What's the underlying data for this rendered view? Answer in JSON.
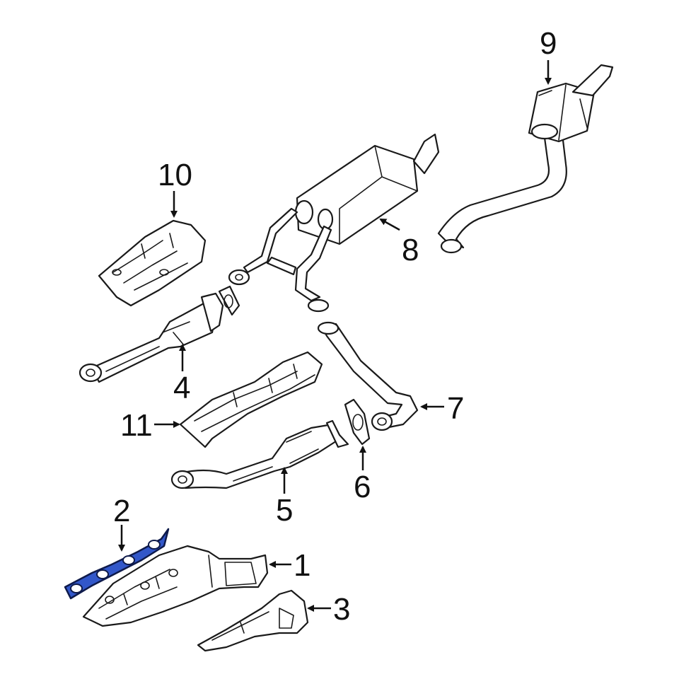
{
  "callouts": [
    {
      "id": "1",
      "label": "1"
    },
    {
      "id": "2",
      "label": "2"
    },
    {
      "id": "3",
      "label": "3"
    },
    {
      "id": "4",
      "label": "4"
    },
    {
      "id": "5",
      "label": "5"
    },
    {
      "id": "6",
      "label": "6"
    },
    {
      "id": "7",
      "label": "7"
    },
    {
      "id": "8",
      "label": "8"
    },
    {
      "id": "9",
      "label": "9"
    },
    {
      "id": "10",
      "label": "10"
    },
    {
      "id": "11",
      "label": "11"
    }
  ],
  "highlighted_part": "2",
  "colors": {
    "highlight": "#3257c9",
    "line": "#1a1a1a",
    "background": "#ffffff"
  }
}
